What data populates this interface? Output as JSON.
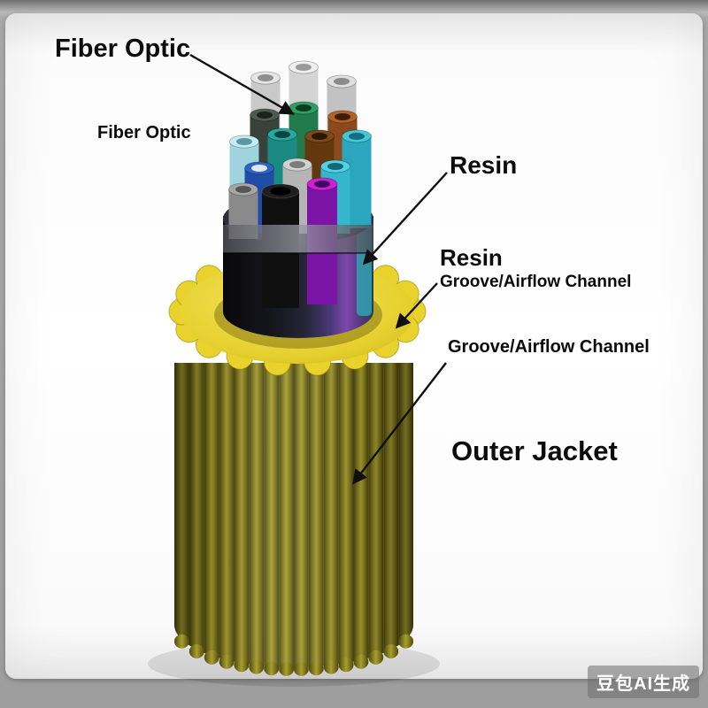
{
  "labels": {
    "fiber_optic_main": "Fiber Optic",
    "fiber_optic_secondary": "Fiber Optic",
    "resin_main": "Resin",
    "resin_secondary": "Resin",
    "groove_channel_upper": "Groove/Airflow Channel",
    "groove_channel_lower": "Groove/Airflow Channel",
    "outer_jacket": "Outer Jacket"
  },
  "watermark": {
    "text": "豆包AI生成"
  },
  "colors": {
    "outer_jacket_rib": "#a79e2f",
    "outer_jacket_groove": "#4a450d",
    "gear_top": "#e6d02f",
    "resin_core_dark": "#17171f",
    "resin_core_purple": "#7e47ad",
    "resin_core_teal": "#2fa3b0",
    "resin_band_gray": "#9c9ca8",
    "tube_colors": [
      "#efefef",
      "#e6e6e6",
      "#e0e0e0",
      "#4c5a50",
      "#2f9e63",
      "#b06228",
      "#c4ecf2",
      "#27a89f",
      "#7c4a1a",
      "#45c7da",
      "#2d63c4",
      "#d2d2d2",
      "#52d2e2",
      "#a6a6a6",
      "#1f1f1f",
      "#cf1fd4"
    ]
  }
}
